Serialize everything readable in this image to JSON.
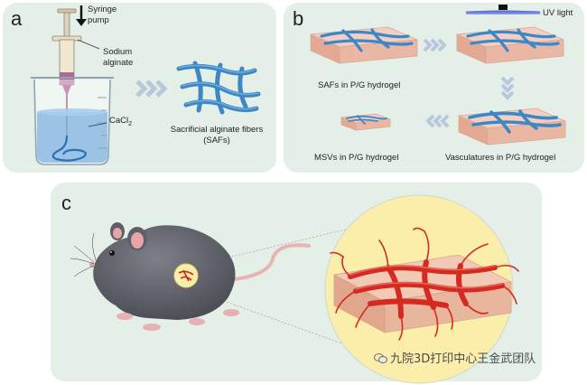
{
  "panels": {
    "a": {
      "label": "a",
      "syringe_pump": [
        "Syringe",
        "pump"
      ],
      "sodium_alginate": [
        "Sodium",
        "alginate"
      ],
      "cacl2": "CaCl",
      "cacl2_sub": "2",
      "saf_caption": [
        "Sacrificial alginate fibers",
        "(SAFs)"
      ]
    },
    "b": {
      "label": "b",
      "uv_light": "UV light",
      "saf_hydrogel": "SAFs in P/G hydrogel",
      "msv_hydrogel": "MSVs in P/G hydrogel",
      "vasc_hydrogel": "Vasculatures in P/G hydrogel"
    },
    "c": {
      "label": "c"
    }
  },
  "watermark": "九院3D打印中心王金武团队",
  "colors": {
    "panel_bg": "#e4efe7",
    "fiber_blue": "#3d88c4",
    "hydrogel": "#e8b8a8",
    "vessel_red": "#d42a22",
    "zoom_circle": "#fbedaa",
    "arrow_grey": "#b9c7dc",
    "mouse_grey": "#5a5d63"
  }
}
